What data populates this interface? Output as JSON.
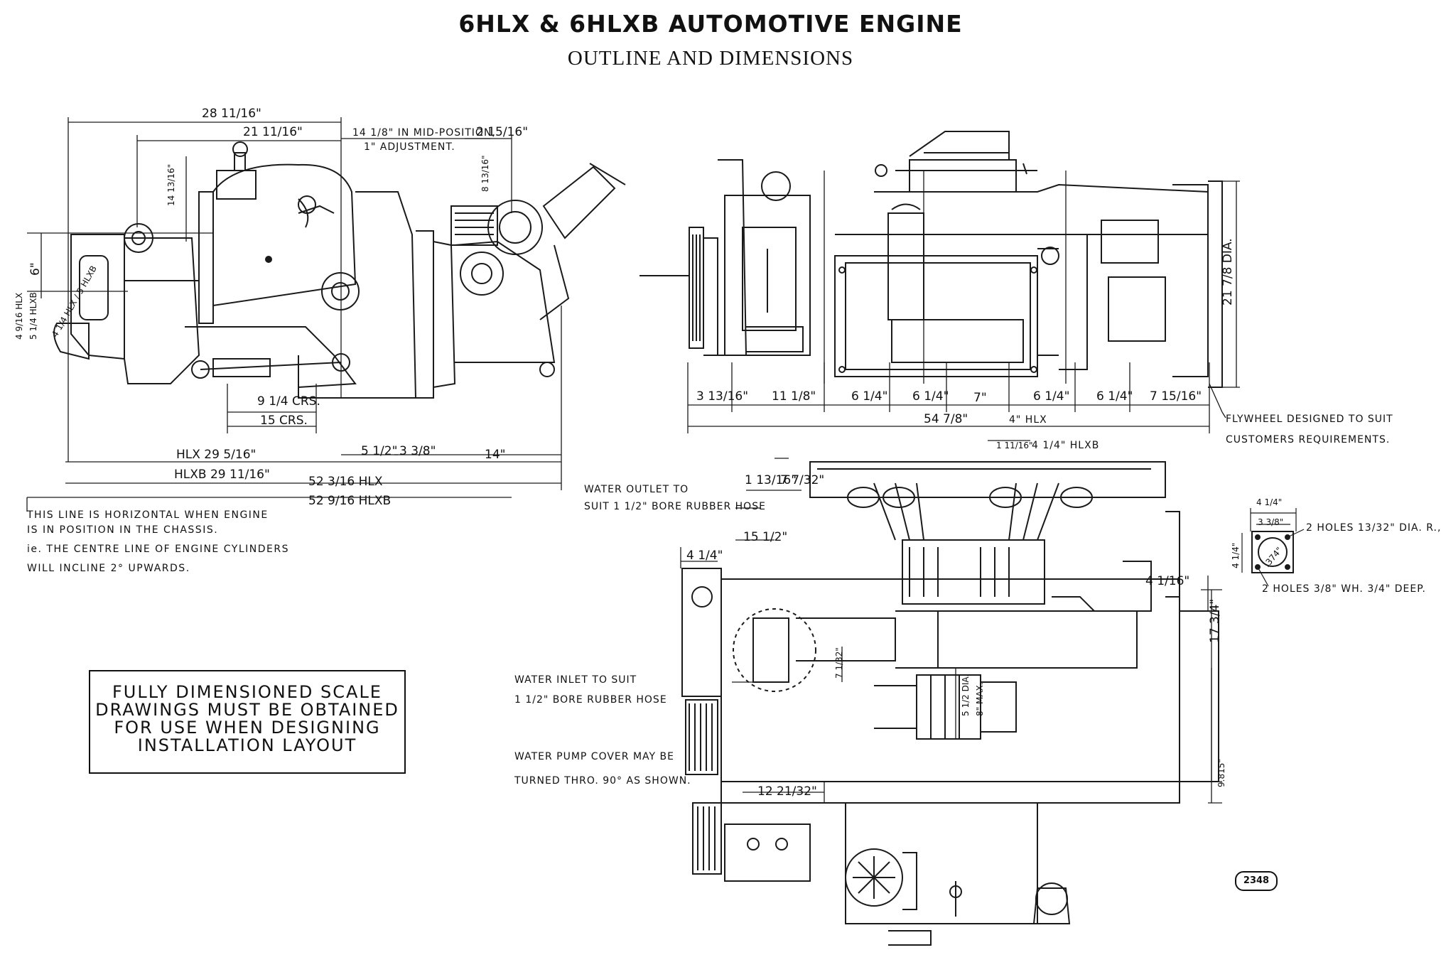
{
  "header": {
    "title": "6HLX & 6HLXB AUTOMOTIVE ENGINE",
    "subtitle": "OUTLINE AND DIMENSIONS"
  },
  "side_view": {
    "dims": {
      "overall_top": "28 11/16\"",
      "second_top": "21 11/16\"",
      "mid_position": "14 1/8\" IN MID-POSITION,",
      "adjustment": "1\" ADJUSTMENT.",
      "right_top": "2 15/16\"",
      "vert_top": "14 13/16\"",
      "vert_small": "8 13/16\"",
      "left_6": "6\"",
      "left_hlx": "4 9/16 HLX",
      "left_hlxb": "5 1/4 HLXB",
      "angled": "4 1/4 HLX / 5 HLXB",
      "crs_9": "9 1/4 CRS.",
      "crs_15": "15 CRS.",
      "hlx_29": "HLX 29 5/16\"",
      "hlxb_29": "HLXB 29 11/16\"",
      "d_5": "5 1/2\"",
      "d_3": "3 3/8\"",
      "d_14": "14\"",
      "overall_hlx": "52 3/16 HLX",
      "overall_hlxb": "52 9/16 HLXB"
    },
    "note_lines": [
      "THIS LINE IS HORIZONTAL WHEN ENGINE",
      "IS IN POSITION IN THE CHASSIS.",
      "ie. THE CENTRE LINE OF ENGINE CYLINDERS",
      "WILL INCLINE 2° UPWARDS."
    ]
  },
  "side_elevation": {
    "dims": [
      "3 13/16\"",
      "11 1/8\"",
      "6 1/4\"",
      "6 1/4\"",
      "7\"",
      "6 1/4\"",
      "6 1/4\"",
      "7 15/16\""
    ],
    "overall": "54 7/8\"",
    "dia": "21 7/8 DIA.",
    "flywheel_line1": "FLYWHEEL DESIGNED TO SUIT",
    "flywheel_line2": "CUSTOMERS REQUIREMENTS."
  },
  "plan_view": {
    "dims": {
      "hlx_4": "4\" HLX",
      "hlxb_4": "4 1/4\" HLXB",
      "d_1_11": "1 11/16\"",
      "d_1_13": "1 13/16\"",
      "d_7_7": "7 7/32\"",
      "d_15": "15 1/2\"",
      "d_4_1": "4 1/4\"",
      "d_4_1_16": "4 1/16\"",
      "d_17": "17 3/4\"",
      "d_7_32": "7 1/32\"",
      "d_52": "5 1/2 DIA.",
      "d_8max": "8\" MAX.",
      "d_9815": "9.815\"",
      "d_12": "12 21/32\""
    },
    "water_outlet_1": "WATER OUTLET TO",
    "water_outlet_2": "SUIT 1 1/2\" BORE RUBBER HOSE",
    "water_inlet_1": "WATER INLET TO SUIT",
    "water_inlet_2": "1 1/2\" BORE RUBBER HOSE",
    "pump_cover_1": "WATER PUMP COVER MAY BE",
    "pump_cover_2": "TURNED THRO. 90° AS SHOWN."
  },
  "flange_detail": {
    "d_4": "4 1/4\"",
    "d_3": "3 3/8\"",
    "d_4v": "4 1/4\"",
    "d_374": ".374\"",
    "holes_1": "2 HOLES 13/32\" DIA. R.,",
    "holes_2": "2 HOLES 3/8\" WH. 3/4\" DEEP."
  },
  "warning_box": [
    "FULLY DIMENSIONED SCALE",
    "DRAWINGS MUST BE OBTAINED",
    "FOR USE WHEN DESIGNING",
    "INSTALLATION LAYOUT"
  ],
  "drawing_number": "2348"
}
